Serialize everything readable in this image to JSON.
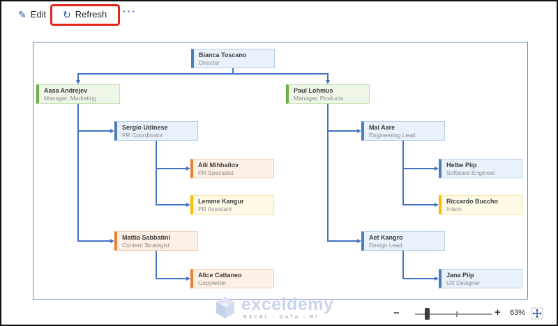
{
  "toolbar": {
    "edit_label": "Edit",
    "refresh_label": "Refresh",
    "more_label": "···"
  },
  "icons": {
    "edit_icon": "✎",
    "refresh_icon": "↻",
    "minus_icon": "−",
    "plus_icon": "+"
  },
  "org_chart": {
    "type": "org-chart-diagram",
    "nodes": [
      {
        "name": "Bianca Toscano",
        "title": "Director",
        "color_theme": "blue",
        "reports_to": null
      },
      {
        "name": "Aasa Andrejev",
        "title": "Manager, Marketing",
        "color_theme": "green",
        "reports_to": "Bianca Toscano"
      },
      {
        "name": "Paul Lohmus",
        "title": "Manager, Products",
        "color_theme": "green",
        "reports_to": "Bianca Toscano"
      },
      {
        "name": "Sergio Udinese",
        "title": "PR Coordinator",
        "color_theme": "blue",
        "reports_to": "Aasa Andrejev"
      },
      {
        "name": "Aili Mihhailov",
        "title": "PR Specialist",
        "color_theme": "orange",
        "reports_to": "Sergio Udinese"
      },
      {
        "name": "Lemme Kangur",
        "title": "PR Assistant",
        "color_theme": "yellow",
        "reports_to": "Sergio Udinese"
      },
      {
        "name": "Mattia Sabbatini",
        "title": "Content Strategist",
        "color_theme": "orange",
        "reports_to": "Aasa Andrejev"
      },
      {
        "name": "Alice Cattaneo",
        "title": "Copywriter",
        "color_theme": "orange",
        "reports_to": "Mattia Sabbatini"
      },
      {
        "name": "Mai Aare",
        "title": "Engineering Lead",
        "color_theme": "blue",
        "reports_to": "Paul Lohmus"
      },
      {
        "name": "Helbe Piip",
        "title": "Software Engineer",
        "color_theme": "blue",
        "reports_to": "Mai Aare"
      },
      {
        "name": "Riccardo Buccho",
        "title": "Intern",
        "color_theme": "yellow",
        "reports_to": "Mai Aare"
      },
      {
        "name": "Aet Kangro",
        "title": "Design Lead",
        "color_theme": "blue",
        "reports_to": "Paul Lohmus"
      },
      {
        "name": "Jana Piip",
        "title": "UX Designer",
        "color_theme": "blue",
        "reports_to": "Aet Kangro"
      }
    ]
  },
  "colors": {
    "connector_blue": "#4472c4",
    "node_blue_fill": "#e9f1fa",
    "node_blue_stripe": "#4a7ebb",
    "node_green_fill": "#edf6e7",
    "node_green_stripe": "#6fae46",
    "node_orange_fill": "#fdf0e6",
    "node_orange_stripe": "#ed7d31",
    "node_yellow_fill": "#fefae6",
    "node_yellow_stripe": "#fdbc00",
    "highlight_red": "#e1251b"
  },
  "watermark": {
    "brand": "exceldemy",
    "tagline": "EXCEL - DATA - BI"
  },
  "zoom_controls": {
    "zoom_level": "63%"
  }
}
